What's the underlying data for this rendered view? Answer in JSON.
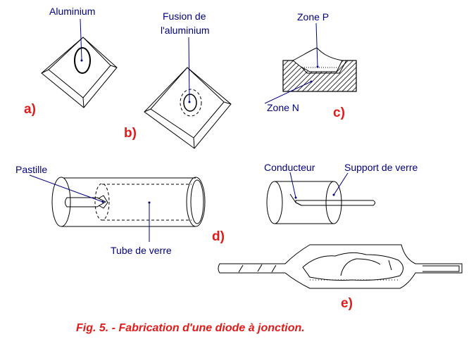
{
  "labels": {
    "aluminium": "Aluminium",
    "fusion_line1": "Fusion de",
    "fusion_line2": "l'aluminium",
    "zone_p": "Zone P",
    "zone_n": "Zone N",
    "pastille": "Pastille",
    "tube_de_verre": "Tube de verre",
    "conducteur": "Conducteur",
    "support_de_verre": "Support de verre"
  },
  "step_tags": {
    "a": "a)",
    "b": "b)",
    "c": "c)",
    "d": "d)",
    "e": "e)"
  },
  "caption": "Fig. 5. - Fabrication d'une diode à jonction.",
  "colors": {
    "label_text": "#000080",
    "tag_text": "#e11a1a",
    "line": "#000000",
    "background": "#ffffff"
  }
}
